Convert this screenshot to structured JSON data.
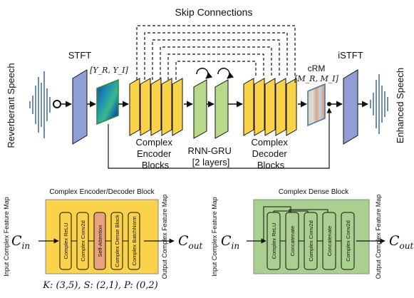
{
  "top": {
    "skip_connections": "Skip Connections",
    "stft": "STFT",
    "istft": "iSTFT",
    "crm": "cRM",
    "reverberant_speech": "Reverberant Speech",
    "enhanced_speech": "Enhanced Speech",
    "input_spec_label": "[Y_R, Y_I]",
    "mask_label": "[M_R, M_I]",
    "encoder_label": [
      "Complex",
      "Encoder",
      "Blocks"
    ],
    "rnn_label": [
      "RNN-GRU",
      "[2 layers]"
    ],
    "decoder_label": [
      "Complex",
      "Decoder",
      "Blocks"
    ]
  },
  "encoder_block": {
    "title": "Complex Encoder/Decoder Block",
    "input_axis": "Input Complex Feature Map",
    "output_axis": "Output Complex Feature Map",
    "cin": "C",
    "cin_sub": "in",
    "cout": "C",
    "cout_sub": "out",
    "layers": [
      "Complex ReLU",
      "Complex Conv2d",
      "Self-Attention",
      "Complex Dense Block",
      "Complex BatchNorm"
    ],
    "params": "K: (3,5), S: (2,1), P: (0,2)"
  },
  "dense_block": {
    "title": "Complex Dense Block",
    "input_axis": "Input Complex Feature Map",
    "output_axis": "Output Complex Feature Map",
    "cin": "C",
    "cin_sub": "in",
    "cout": "C",
    "cout_sub": "out",
    "layers": [
      "Complex ReLU",
      "Concatenate",
      "Complex Conv2d",
      "Concatenate",
      "Complex Conv2d"
    ]
  },
  "colors": {
    "encoder_fill": "#fbd34a",
    "rnn_fill": "#b6d98a",
    "stft_fill": "#8f9fd6",
    "attention_fill": "#e9a27e",
    "dense_fill": "#a9d08e",
    "wave": "#4673a8"
  }
}
